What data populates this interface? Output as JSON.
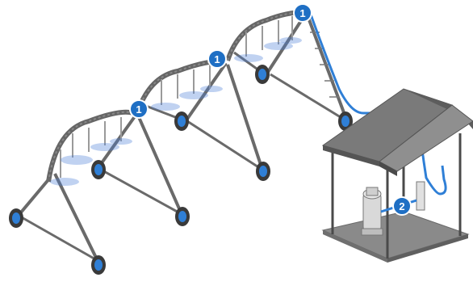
{
  "callouts": [
    {
      "label": "1"
    },
    {
      "label": "1"
    },
    {
      "label": "1"
    },
    {
      "label": "2"
    }
  ],
  "colors": {
    "badge": "#1f6fc4",
    "badge_border": "#ffffff",
    "truss": "#6e6e6e",
    "truss_dark": "#555555",
    "wheel_tire": "#3a3a3a",
    "wheel_hub": "#2f7fd6",
    "water_pipe": "#2f7fd6",
    "spray": "#4a7fd8",
    "roof": "#7a7a7a",
    "roof_dark": "#5d5d5d",
    "platform": "#8a8a8a",
    "pump": "#d9d9d9"
  }
}
